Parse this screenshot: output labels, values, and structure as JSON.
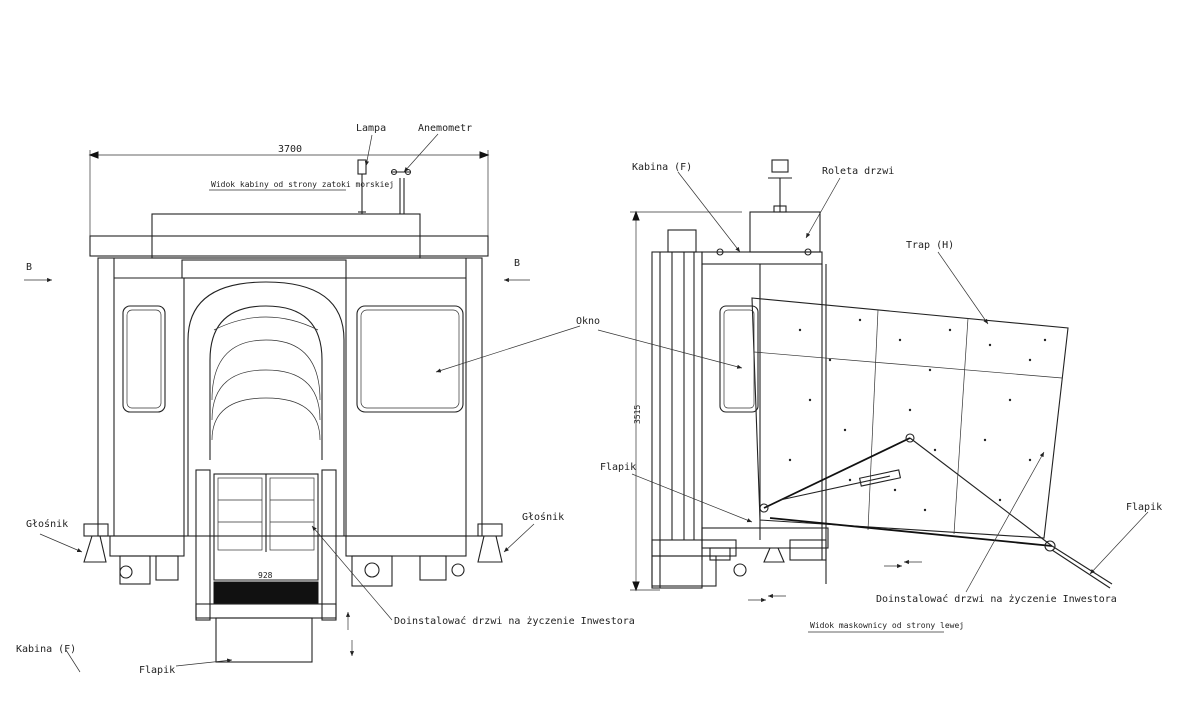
{
  "front_view": {
    "title": "Widok kabiny od strony zatoki morskiej",
    "dimension_width": "3700",
    "dimension_door": "928",
    "section_left": "B",
    "section_right": "B",
    "labels": {
      "lampa": "Lampa",
      "anemometr": "Anemometr",
      "okno": "Okno",
      "glosnik_left": "Głośnik",
      "glosnik_right": "Głośnik",
      "doinstalowac": "Doinstalować drzwi na życzenie Inwestora",
      "kabina": "Kabina (F)",
      "flapik": "Flapik"
    }
  },
  "side_view": {
    "title": "Widok maskownicy od strony lewej",
    "dimension_height": "3515",
    "labels": {
      "kabina": "Kabina (F)",
      "roleta": "Roleta drzwi",
      "trap": "Trap (H)",
      "flapik_left": "Flapik",
      "flapik_right": "Flapik",
      "doinstalowac": "Doinstalować drzwi na życzenie Inwestora"
    }
  }
}
